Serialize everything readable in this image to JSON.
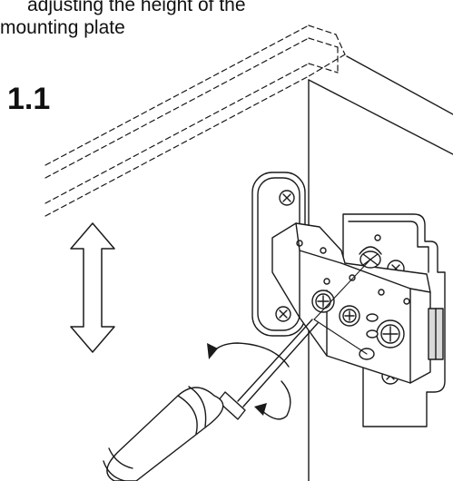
{
  "caption": {
    "line1": "adjusting the height of the",
    "line2": "mounting plate"
  },
  "step_number": "1.1",
  "colors": {
    "line": "#1a1a1a",
    "fill": "#ffffff",
    "shade": "#d9d9d9"
  },
  "icons": {
    "hinge": "concealed-hinge",
    "tool": "screwdriver",
    "motion": "vertical-double-arrow",
    "rotation": "rotation-arrows"
  }
}
